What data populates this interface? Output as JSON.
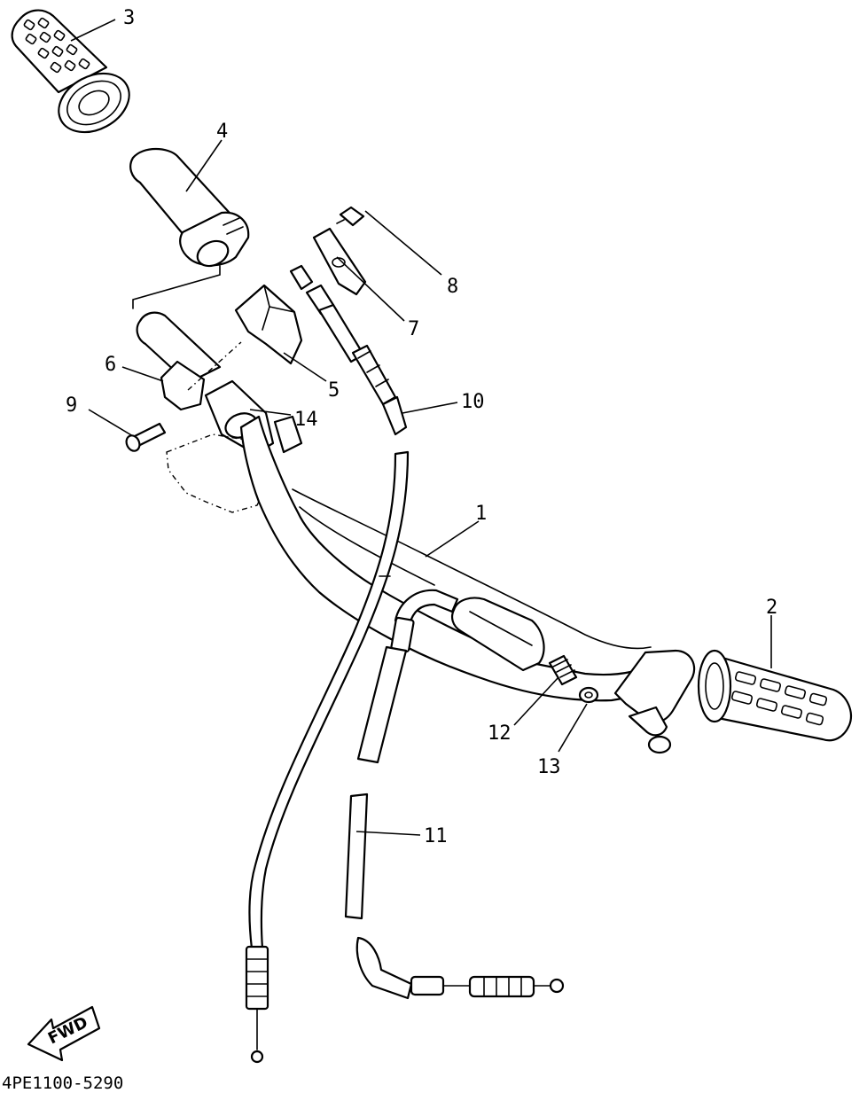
{
  "diagram": {
    "drawing_code": "4PE1100-5290",
    "direction_label": "FWD",
    "callouts": [
      {
        "id": "1",
        "label": "1"
      },
      {
        "id": "2",
        "label": "2"
      },
      {
        "id": "3",
        "label": "3"
      },
      {
        "id": "4",
        "label": "4"
      },
      {
        "id": "5",
        "label": "5"
      },
      {
        "id": "6",
        "label": "6"
      },
      {
        "id": "7",
        "label": "7"
      },
      {
        "id": "8",
        "label": "8"
      },
      {
        "id": "9",
        "label": "9"
      },
      {
        "id": "10",
        "label": "10"
      },
      {
        "id": "11",
        "label": "11"
      },
      {
        "id": "12",
        "label": "12"
      },
      {
        "id": "13",
        "label": "13"
      },
      {
        "id": "14",
        "label": "14"
      }
    ]
  }
}
